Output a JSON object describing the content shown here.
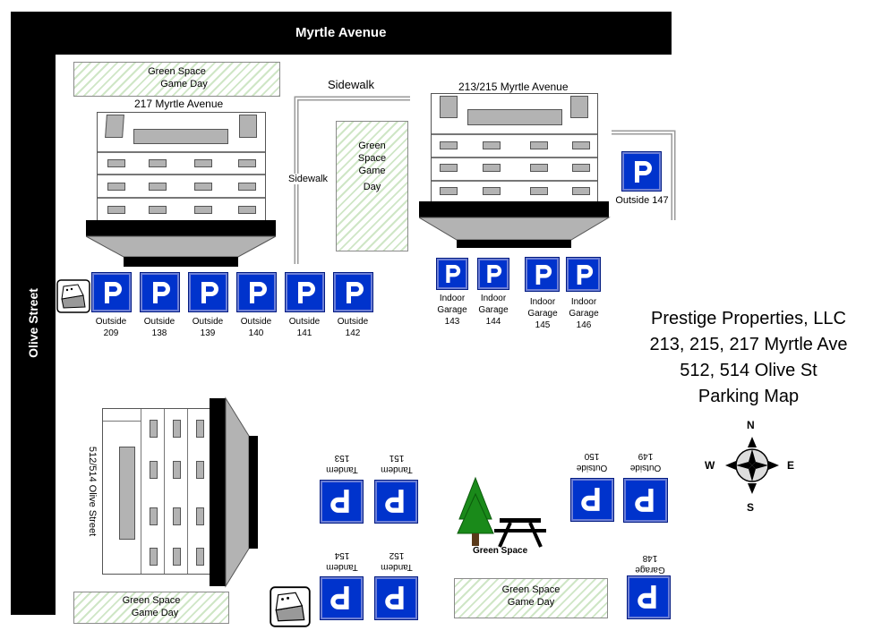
{
  "streets": {
    "myrtle": "Myrtle Avenue",
    "olive": "Olive Street",
    "sidewalk_top": "Sidewalk",
    "sidewalk_side": "Sidewalk"
  },
  "buildings": {
    "b217": "217  Myrtle Avenue",
    "b213": "213/215 Myrtle Avenue",
    "b512": "512/514 Olive Street"
  },
  "green_spaces": {
    "top_left": [
      "Green Space",
      "Game Day"
    ],
    "middle": [
      "Green",
      "Space",
      "Game",
      "Day"
    ],
    "bottom_left": [
      "Green Space",
      "Game Day"
    ],
    "bottom_center": [
      "Green Space",
      "Game Day"
    ],
    "picnic": "Green Space"
  },
  "parking": {
    "spot_letter": "P",
    "outside_row": [
      {
        "line1": "Outside",
        "line2": "209"
      },
      {
        "line1": "Outside",
        "line2": "138"
      },
      {
        "line1": "Outside",
        "line2": "139"
      },
      {
        "line1": "Outside",
        "line2": "140"
      },
      {
        "line1": "Outside",
        "line2": "141"
      },
      {
        "line1": "Outside",
        "line2": "142"
      }
    ],
    "outside_147": "Outside 147",
    "garage_row": [
      {
        "line1": "Indoor",
        "line2": "Garage",
        "line3": "143"
      },
      {
        "line1": "Indoor",
        "line2": "Garage",
        "line3": "144"
      },
      {
        "line1": "Indoor",
        "line2": "Garage",
        "line3": "145"
      },
      {
        "line1": "Indoor",
        "line2": "Garage",
        "line3": "146"
      }
    ],
    "tandem": [
      {
        "line1": "Tandem",
        "line2": "153"
      },
      {
        "line1": "Tandem",
        "line2": "151"
      },
      {
        "line1": "Tandem",
        "line2": "154"
      },
      {
        "line1": "Tandem",
        "line2": "152"
      }
    ],
    "outside_flipped": [
      {
        "line1": "Outside",
        "line2": "150"
      },
      {
        "line1": "Outside",
        "line2": "149"
      }
    ],
    "garage_148": "Garage 148"
  },
  "title": {
    "line1": "Prestige Properties, LLC",
    "line2": "213, 215, 217 Myrtle Ave",
    "line3": "512, 514 Olive St",
    "line4": "Parking Map"
  },
  "compass": {
    "n": "N",
    "s": "S",
    "e": "E",
    "w": "W"
  },
  "icons": [
    "trash-dumpster-icon",
    "parking-sign-icon",
    "tree-icon",
    "picnic-table-icon",
    "compass-rose-icon"
  ]
}
